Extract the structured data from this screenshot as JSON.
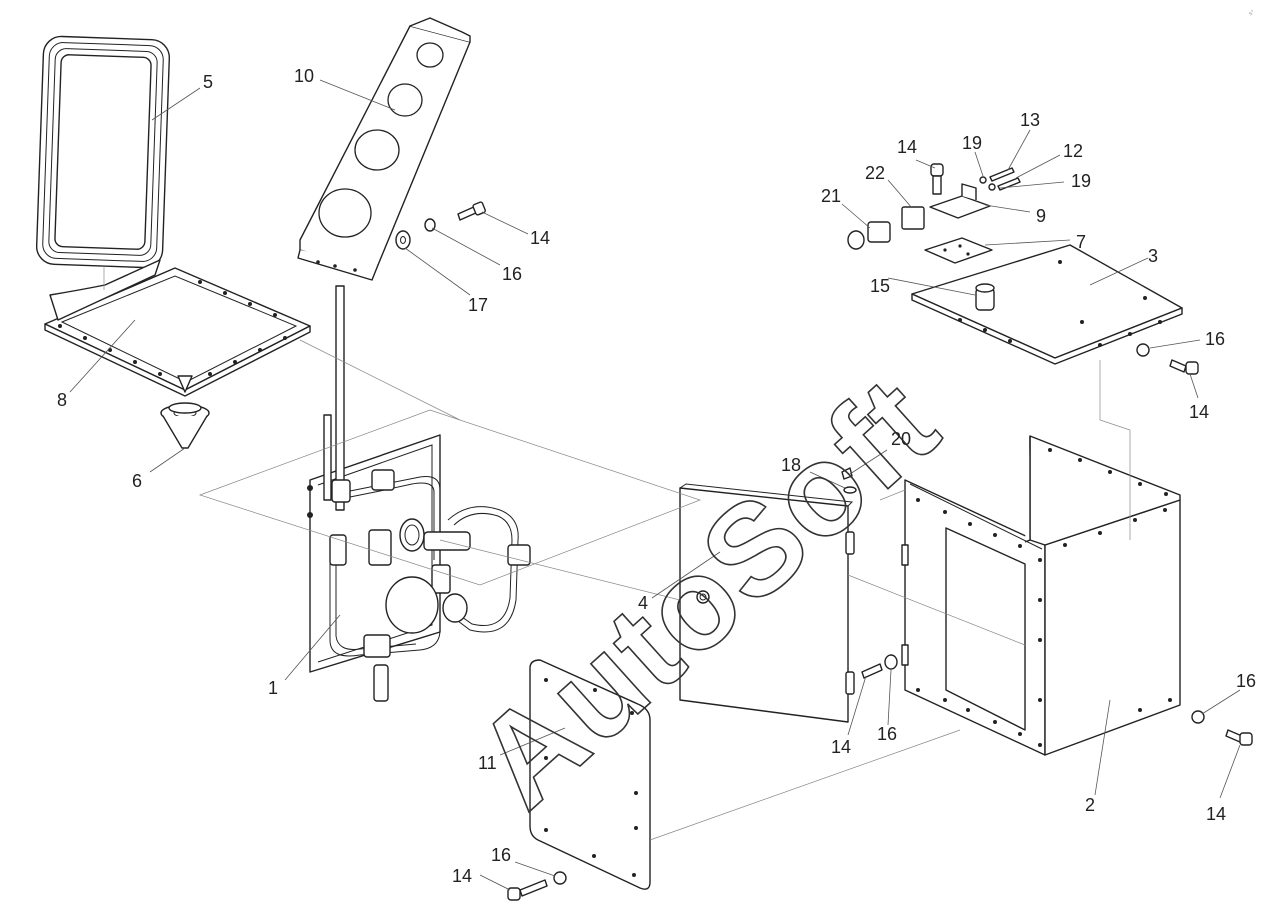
{
  "diagram": {
    "watermark": "AutoSoft",
    "corner_mark": "s° ",
    "callouts": [
      "5",
      "10",
      "14",
      "16",
      "17",
      "8",
      "6",
      "1",
      "11",
      "14",
      "16",
      "4",
      "18",
      "20",
      "14",
      "16",
      "22",
      "21",
      "14",
      "19",
      "13",
      "12",
      "19",
      "9",
      "7",
      "15",
      "3",
      "16",
      "14",
      "16",
      "2",
      "14"
    ]
  }
}
